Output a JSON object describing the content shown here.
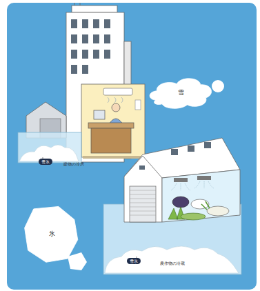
{
  "diagram": {
    "nodes": [
      {
        "text": [
          "雪"
        ]
      },
      {
        "text": [
          "雪氷"
        ]
      },
      {
        "text": [
          "氷"
        ]
      },
      {
        "text": [
          "雪氷"
        ]
      }
    ],
    "labels": [
      "建物の冷房",
      "農作物の冷蔵"
    ]
  }
}
